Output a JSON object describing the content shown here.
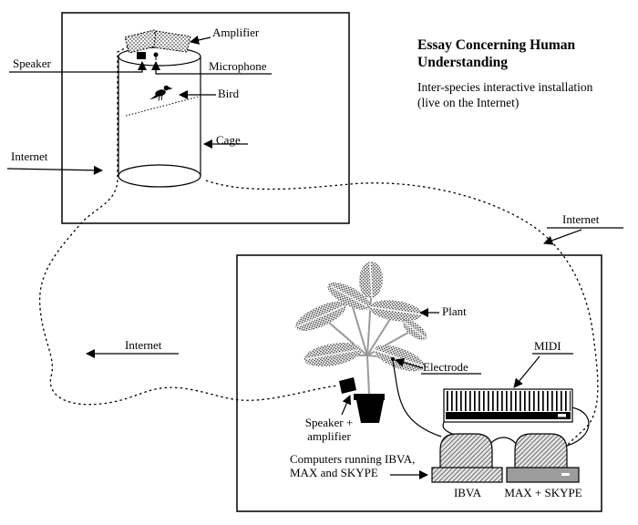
{
  "title_block": {
    "title": "Essay Concerning Human\nUnderstanding",
    "subtitle": "Inter-species interactive installation\n(live on the Internet)"
  },
  "bird_unit": {
    "amplifier_label": "Amplifier",
    "speaker_label": "Speaker",
    "microphone_label": "Microphone",
    "bird_label": "Bird",
    "cage_label": "Cage",
    "internet_label": "Internet"
  },
  "plant_unit": {
    "plant_label": "Plant",
    "electrode_label": "Electrode",
    "midi_label": "MIDI",
    "speaker_amplifier_label": "Speaker +\namplifier",
    "computers_label": "Computers running IBVA,\nMAX and SKYPE",
    "ibva_label": "IBVA",
    "max_skype_label": "MAX + SKYPE"
  },
  "network": {
    "internet_right_label": "Internet",
    "internet_left_label": "Internet"
  },
  "colors": {
    "ink": "#000000",
    "paper": "#ffffff"
  }
}
